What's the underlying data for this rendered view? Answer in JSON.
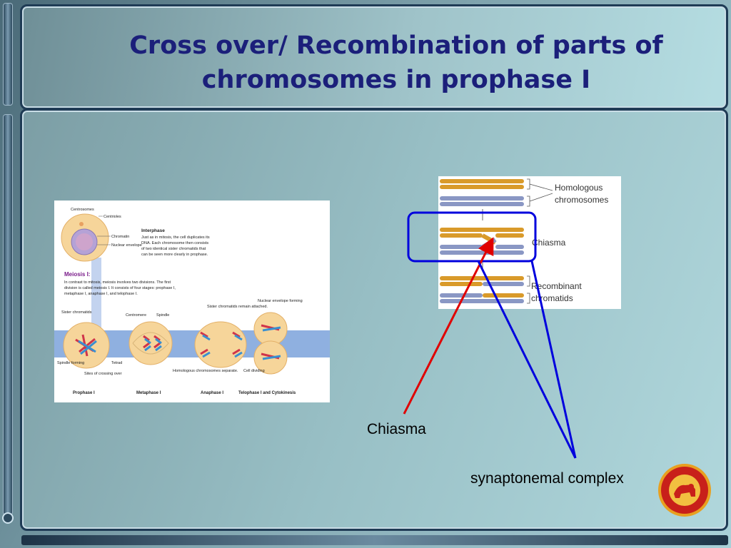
{
  "slide": {
    "title": "Cross over/ Recombination of parts of chromosomes in prophase I",
    "label_chiasma": "Chiasma",
    "label_synaptonemal": "synaptonemal complex"
  },
  "meiosis_figure": {
    "centrosomes": "Centrosomes",
    "centrioles": "Centrioles",
    "chromatin": "Chromatin",
    "nuclear_envelope": "Nuclear envelope",
    "interphase_heading": "Interphase",
    "interphase_text": [
      "Just as in mitosis, the cell duplicates its",
      "DNA. Each chromosome then consists",
      "of two identical sister chromatids that",
      "can be seen more clearly in prophase."
    ],
    "meiosis_heading": "Meiosis I:",
    "meiosis_text": [
      "In contrast to mitosis, meiosis involves two divisions. The first",
      "division is called meiosis I. It consists of four stages: prophase I,",
      "metaphase I, anaphase I, and telophase I."
    ],
    "sister_chromatids": "Sister chromatids",
    "centromere": "Centromere",
    "spindle": "Spindle",
    "sister_remain": "Sister chromatids remain attached.",
    "nuclear_envelope_forming": "Nuclear envelope forming",
    "spindle_forming": "Spindle forming",
    "tetrad": "Tetrad",
    "sites_crossing": "Sites of crossing over",
    "homologous_separate": "Homologous chromosomes separate.",
    "cell_dividing": "Cell dividing",
    "stage_prophase": "Prophase I",
    "stage_metaphase": "Metaphase I",
    "stage_anaphase": "Anaphase I",
    "stage_telophase": "Telophase I and Cytokinesis"
  },
  "crossover_figure": {
    "homologous_chromosomes": [
      "Homologous",
      "chromosomes"
    ],
    "chiasma": "Chiasma",
    "recombinant_chromatids": [
      "Recombinant",
      "chromatids"
    ]
  },
  "colors": {
    "title": "#1b1f7a",
    "gold_chromatid": "#d99a2a",
    "blue_chromatid": "#8a97c4",
    "red_arrow": "#e00000",
    "blue_arrow": "#0000dd"
  }
}
